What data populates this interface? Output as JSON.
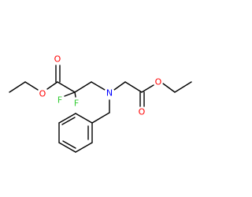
{
  "molecule": {
    "atoms": {
      "o_carbonyl_left": "O",
      "o_ester_left": "O",
      "f_left": "F",
      "f_right": "F",
      "n_center": "N",
      "o_ester_right": "O",
      "o_carbonyl_right": "O"
    },
    "colors": {
      "bond": "#000000",
      "oxygen": "#ff0000",
      "fluorine": "#33cc33",
      "nitrogen": "#0000ff"
    }
  }
}
